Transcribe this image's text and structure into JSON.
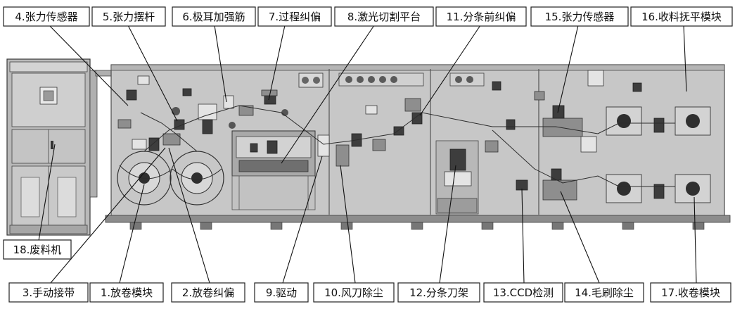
{
  "labels": {
    "l1": "1.放卷模块",
    "l2": "2.放卷纠偏",
    "l3": "3.手动接带",
    "l4": "4.张力传感器",
    "l5": "5.张力摆杆",
    "l6": "6.极耳加强筋",
    "l7": "7.过程纠偏",
    "l8": "8.激光切割平台",
    "l9": "9.驱动",
    "l10": "10.风刀除尘",
    "l11": "11.分条前纠偏",
    "l12": "12.分条刀架",
    "l13": "13.CCD检测",
    "l14": "14.毛刷除尘",
    "l15": "15.张力传感器",
    "l16": "16.收料抚平模块",
    "l17": "17.收卷模块",
    "l18": "18.废料机"
  }
}
